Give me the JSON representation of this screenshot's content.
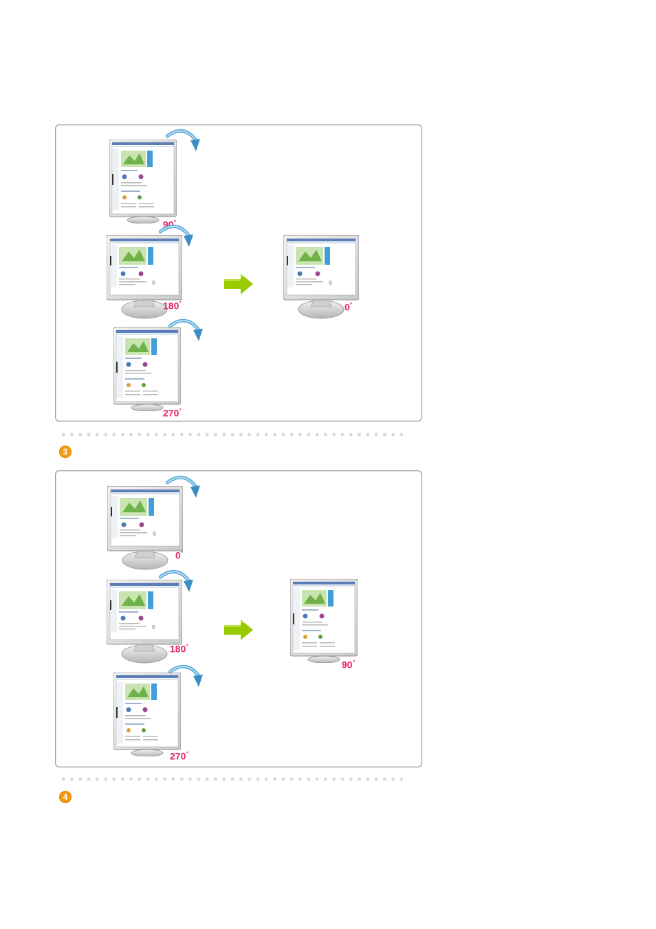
{
  "steps": [
    "3",
    "4"
  ],
  "icons": {
    "monitor": "monitor-icon",
    "rotate_arrow": "rotate-arrow-icon",
    "result_arrow": "green-right-arrow-icon",
    "step_badge": "numbered-circle-icon"
  },
  "colors": {
    "degree_label": "#e3226a",
    "result_arrow": "#99cc00",
    "rotate_arrow": "#5aa9d9",
    "step_badge": "#f29a12",
    "panel_border": "#9a9a9a"
  },
  "panels": [
    {
      "inputs": [
        {
          "angle": "90",
          "orientation": "portrait"
        },
        {
          "angle": "180",
          "orientation": "landscape"
        },
        {
          "angle": "270",
          "orientation": "portrait"
        }
      ],
      "result": {
        "angle": "0",
        "orientation": "landscape"
      }
    },
    {
      "inputs": [
        {
          "angle": "0",
          "orientation": "landscape"
        },
        {
          "angle": "180",
          "orientation": "landscape"
        },
        {
          "angle": "270",
          "orientation": "portrait"
        }
      ],
      "result": {
        "angle": "90",
        "orientation": "portrait"
      }
    }
  ]
}
